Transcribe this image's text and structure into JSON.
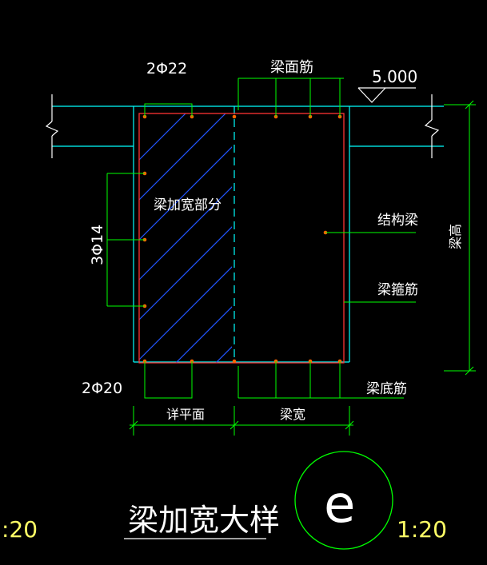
{
  "drawing": {
    "title": "梁加宽大样",
    "scale_left": ":20",
    "scale_right": "1:20",
    "detail_mark": "e",
    "elevation": "5.000",
    "labels": {
      "top_left_bars": "2Φ22",
      "top_bars": "梁面筋",
      "side_bars": "3Φ14",
      "widened_part": "梁加宽部分",
      "structural_beam": "结构梁",
      "stirrup": "梁箍筋",
      "bottom_left_bars": "2Φ20",
      "bottom_bars": "梁底筋",
      "beam_height": "梁高",
      "dim_plan": "详平面",
      "dim_beam_width": "梁宽"
    }
  },
  "colors": {
    "background": "#000000",
    "slab": "#00ffff",
    "beam_outline": "#ff3333",
    "hatch": "#2255ff",
    "leader": "#00ff00",
    "rebar": "#ff6600",
    "text": "#ffffff"
  }
}
